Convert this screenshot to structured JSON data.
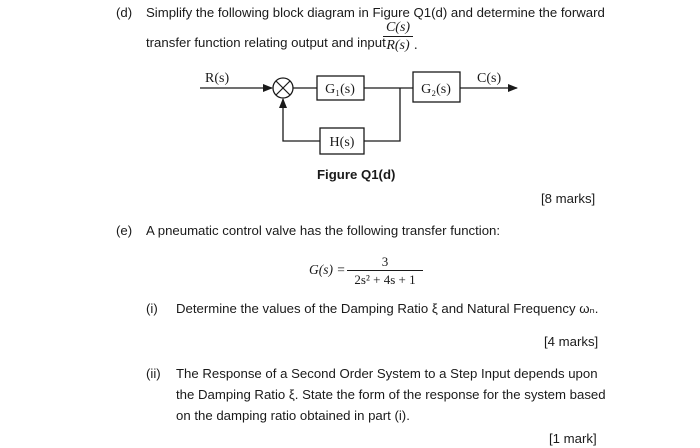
{
  "part_d": {
    "label": "(d)",
    "line1": "Simplify the following block diagram in Figure Q1(d) and determine the forward",
    "line2": "transfer function relating output and input",
    "frac_num": "C(s)",
    "frac_den": "R(s)",
    "frac_period": ".",
    "diagram": {
      "input": "R(s)",
      "g1": "G₁(s)",
      "g2": "G₂(s)",
      "h": "H(s)",
      "output": "C(s)"
    },
    "caption": "Figure Q1(d)",
    "marks": "[8 marks]"
  },
  "part_e": {
    "label": "(e)",
    "text": "A pneumatic control valve has the following transfer function:",
    "eq_lhs": "G(s) =",
    "eq_num": "3",
    "eq_den": "2s² + 4s + 1",
    "sub_i": {
      "label": "(i)",
      "text": "Determine the values of the Damping Ratio ξ and Natural Frequency ωₙ.",
      "marks": "[4 marks]"
    },
    "sub_ii": {
      "label": "(ii)",
      "line1": "The Response of a Second Order System to a Step Input depends upon",
      "line2": "the Damping Ratio ξ.  State the form of the response for the system based",
      "line3": "on the damping ratio obtained in part (i).",
      "marks": "[1 mark]"
    }
  }
}
